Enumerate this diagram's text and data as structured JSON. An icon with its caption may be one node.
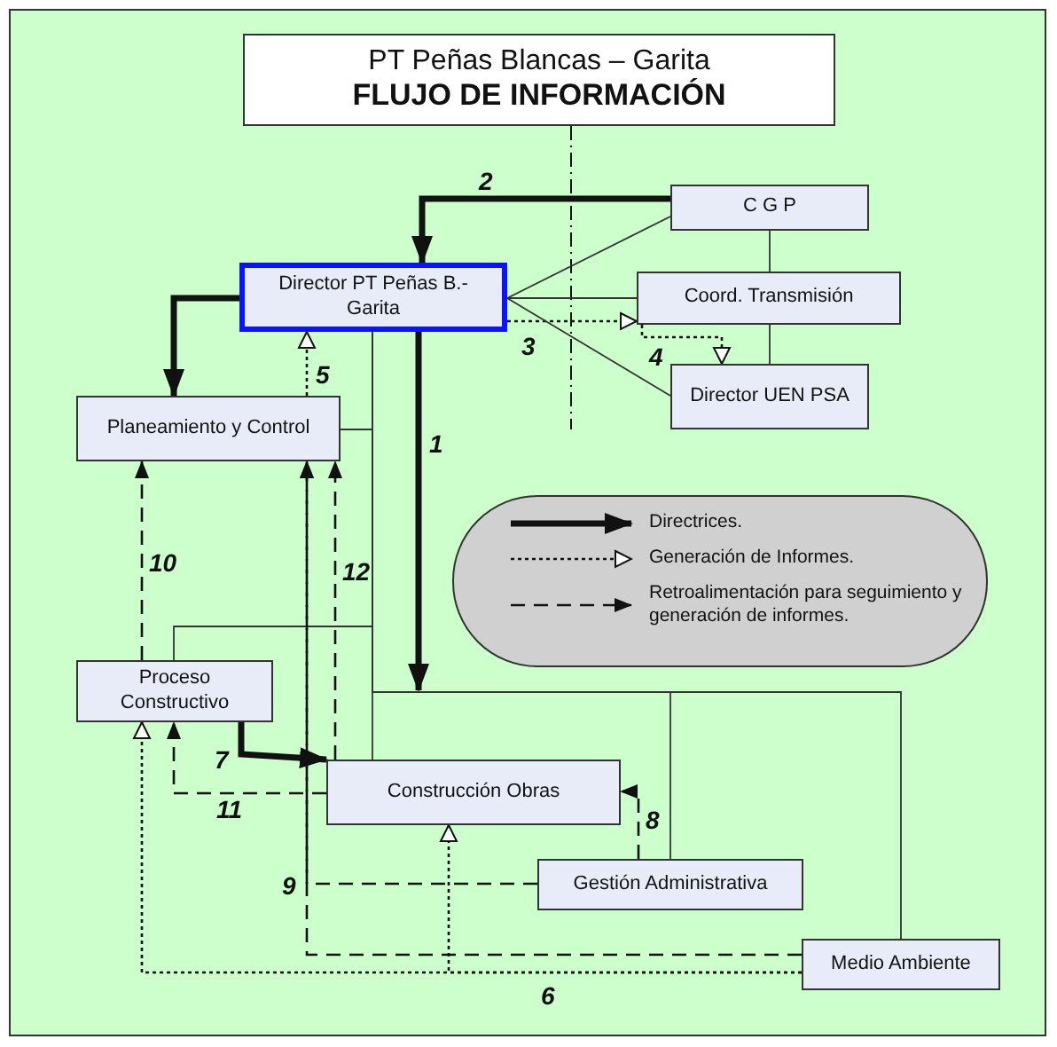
{
  "diagram": {
    "nodes": [
      {
        "text": [
          "PT Peñas Blancas – Garita",
          "FLUJO DE INFORMACIÓN"
        ]
      },
      {
        "text": [
          "C G P"
        ]
      },
      {
        "text": [
          "Director PT Peñas B.- Garita"
        ]
      },
      {
        "text": [
          "Coord. Transmisión"
        ]
      },
      {
        "text": [
          "Director UEN PSA"
        ]
      },
      {
        "text": [
          "Planeamiento y Control"
        ]
      },
      {
        "text": [
          "Proceso Constructivo"
        ]
      },
      {
        "text": [
          "Construcción Obras"
        ]
      },
      {
        "text": [
          "Gestión Administrativa"
        ]
      },
      {
        "text": [
          "Medio Ambiente"
        ]
      }
    ],
    "edges": [
      {
        "from": 1,
        "to": 2,
        "arrow": "to",
        "style": "thick",
        "label": "2"
      },
      {
        "from": 2,
        "to": 3,
        "arrow": "to",
        "style": "dashed",
        "label": "3"
      },
      {
        "from": 3,
        "to": 4,
        "arrow": "to",
        "style": "dashed",
        "label": "4"
      },
      {
        "from": 2,
        "to": 1,
        "arrow": "none"
      },
      {
        "from": 2,
        "to": 3,
        "arrow": "none"
      },
      {
        "from": 2,
        "to": 4,
        "arrow": "none"
      },
      {
        "from": 1,
        "to": 3,
        "arrow": "none"
      },
      {
        "from": 3,
        "to": 4,
        "arrow": "none"
      },
      {
        "from": 2,
        "to": null,
        "arrow": "to",
        "style": "thick",
        "label": "1"
      },
      {
        "from": 2,
        "to": 5,
        "arrow": "to",
        "style": "thick"
      },
      {
        "from": 5,
        "to": 2,
        "arrow": "to",
        "style": "dashed",
        "label": "5"
      },
      {
        "from": 2,
        "to": 5,
        "arrow": "none"
      },
      {
        "from": 2,
        "to": 6,
        "arrow": "none"
      },
      {
        "from": 2,
        "to": 7,
        "arrow": "none"
      },
      {
        "from": 2,
        "to": 8,
        "arrow": "none"
      },
      {
        "from": 2,
        "to": 9,
        "arrow": "none"
      },
      {
        "from": 6,
        "to": 5,
        "arrow": "to",
        "style": "dashed",
        "label": "10"
      },
      {
        "from": 7,
        "to": 5,
        "arrow": "to",
        "style": "dashed",
        "label": "12"
      },
      {
        "from": 8,
        "to": 5,
        "arrow": "to",
        "style": "dashed",
        "label": "9"
      },
      {
        "from": 9,
        "to": 5,
        "arrow": "to",
        "style": "dashed"
      },
      {
        "from": 6,
        "to": 7,
        "arrow": "to",
        "style": "thick",
        "label": "7"
      },
      {
        "from": 7,
        "to": 6,
        "arrow": "to",
        "style": "dashed",
        "label": "11"
      },
      {
        "from": 8,
        "to": 7,
        "arrow": "to",
        "style": "dashed",
        "label": "8"
      },
      {
        "from": 9,
        "to": 6,
        "arrow": "to",
        "style": "dashed",
        "label": "6"
      },
      {
        "from": 9,
        "to": 7,
        "arrow": "to",
        "style": "dashed"
      }
    ],
    "legend": [
      {
        "text": "Directrices."
      },
      {
        "text": "Generación de Informes."
      },
      {
        "text": "Retroalimentación para seguimiento y generación de informes."
      }
    ]
  }
}
